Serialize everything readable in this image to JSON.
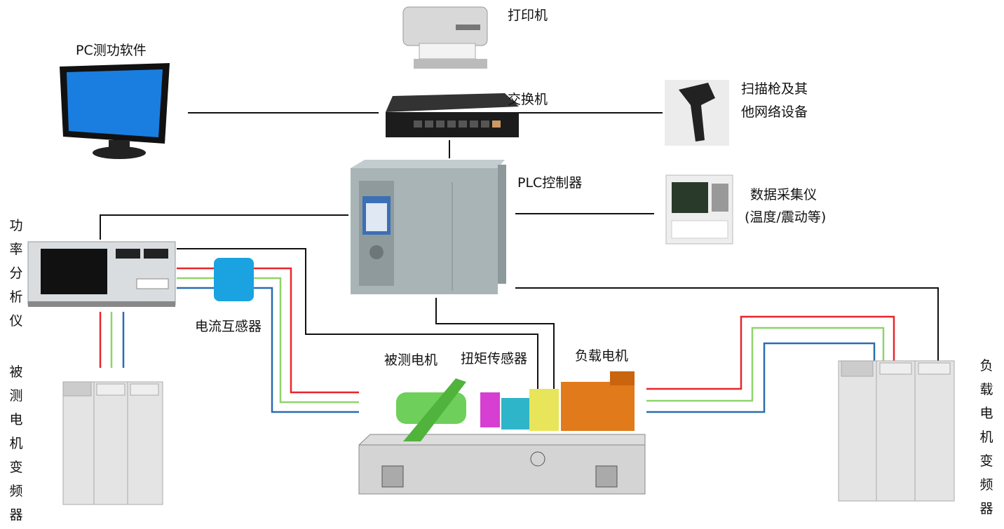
{
  "labels": {
    "printer": "打印机",
    "pc_software": "PC测功软件",
    "switch": "交换机",
    "scanner_line1": "扫描枪及其",
    "scanner_line2": "他网络设备",
    "plc": "PLC控制器",
    "daq_line1": "数据采集仪",
    "daq_line2": "(温度/震动等)",
    "power_analyzer": "功率分析仪",
    "current_transformer": "电流互感器",
    "motor_under_test": "被测电机",
    "torque_sensor": "扭矩传感器",
    "load_motor": "负载电机",
    "mut_inverter": "被测电机变频器",
    "load_inverter": "负载电机变频器"
  },
  "colors": {
    "phase_a": "#e8262a",
    "phase_b": "#8fd46a",
    "phase_c": "#2a6db0",
    "signal": "#111111",
    "ct": "#1aa3e0"
  }
}
